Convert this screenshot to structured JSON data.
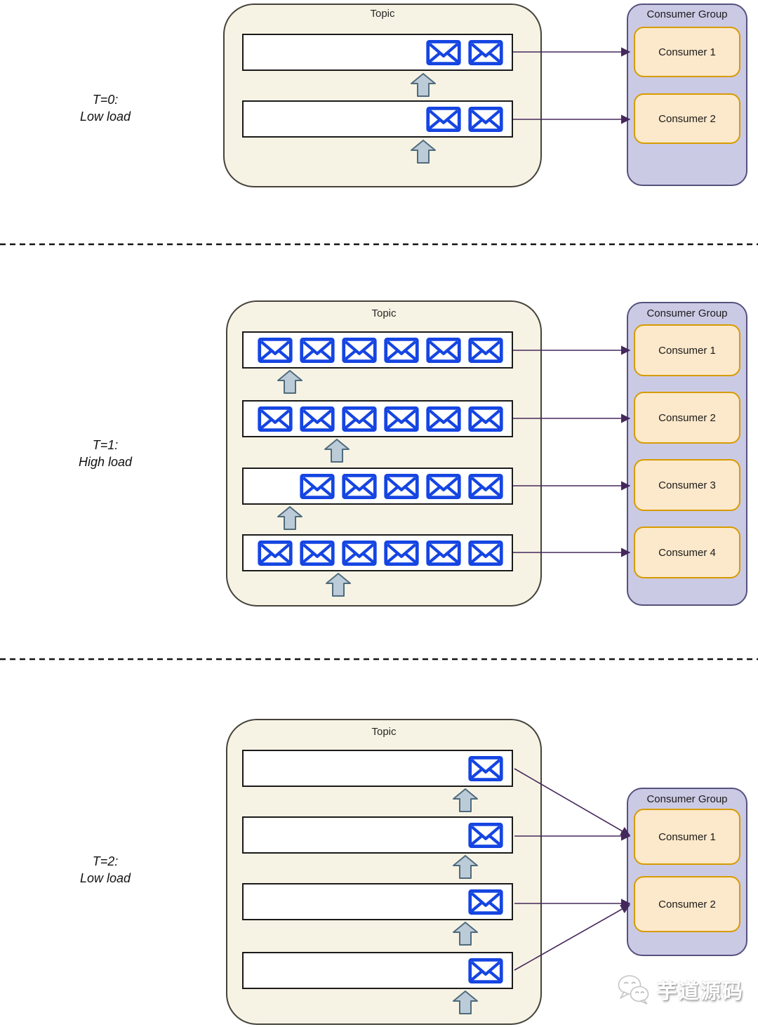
{
  "sections": [
    {
      "time_label": {
        "line1": "T=0:",
        "line2": "Low load"
      },
      "topic": {
        "title": "Topic",
        "partitions": [
          {
            "messages": 2
          },
          {
            "messages": 2
          }
        ]
      },
      "consumer_group": {
        "title": "Consumer Group",
        "consumers": [
          "Consumer 1",
          "Consumer 2"
        ]
      }
    },
    {
      "time_label": {
        "line1": "T=1:",
        "line2": "High load"
      },
      "topic": {
        "title": "Topic",
        "partitions": [
          {
            "messages": 6
          },
          {
            "messages": 6
          },
          {
            "messages": 5
          },
          {
            "messages": 6
          }
        ]
      },
      "consumer_group": {
        "title": "Consumer Group",
        "consumers": [
          "Consumer 1",
          "Consumer 2",
          "Consumer 3",
          "Consumer 4"
        ]
      }
    },
    {
      "time_label": {
        "line1": "T=2:",
        "line2": "Low load"
      },
      "topic": {
        "title": "Topic",
        "partitions": [
          {
            "messages": 1
          },
          {
            "messages": 1
          },
          {
            "messages": 1
          },
          {
            "messages": 1
          }
        ]
      },
      "consumer_group": {
        "title": "Consumer Group",
        "consumers": [
          "Consumer 1",
          "Consumer 2"
        ]
      }
    }
  ],
  "watermark": {
    "text": "芋道源码"
  },
  "colors": {
    "topic_fill": "#F7F3E4",
    "topic_border": "#45423A",
    "partition_border": "#1A1A1A",
    "envelope_blue": "#1545E2",
    "produce_arrow_fill": "#BCCBD8",
    "produce_arrow_border": "#4F6B7C",
    "group_fill": "#CBCAE5",
    "group_border": "#55517D",
    "consumer_fill": "#FCE8CA",
    "consumer_border": "#D79B00",
    "connector": "#45285B"
  }
}
